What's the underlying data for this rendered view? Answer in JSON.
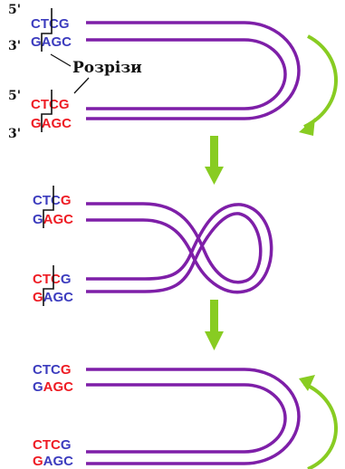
{
  "colors": {
    "blue": "#3c3cbe",
    "red": "#ee1c24",
    "strand": "#7e1fa8",
    "arrow": "#88cc22"
  },
  "labels": {
    "five_prime": "5'",
    "three_prime": "3'",
    "cuts": "Розрізи"
  },
  "panel1": {
    "top": {
      "a1": "CTC",
      "a2": "G",
      "b1": "G",
      "b2": "AGC"
    },
    "bottom": {
      "a1": "CTC",
      "a2": "G",
      "b1": "G",
      "b2": "AGC"
    }
  },
  "panel2": {
    "top": {
      "a1": "CTC",
      "a2": "G",
      "b1": "G",
      "b2": "AGC"
    },
    "bottom": {
      "a1": "CTC",
      "a2": "G",
      "b1": "G",
      "b2": "AGC"
    }
  },
  "panel3": {
    "top": {
      "a1": "CTC",
      "a2": "G",
      "b1": "G",
      "b2": "AGC"
    },
    "bottom": {
      "a1": "CTC",
      "a2": "G",
      "b1": "G",
      "b2": "AGC"
    }
  }
}
